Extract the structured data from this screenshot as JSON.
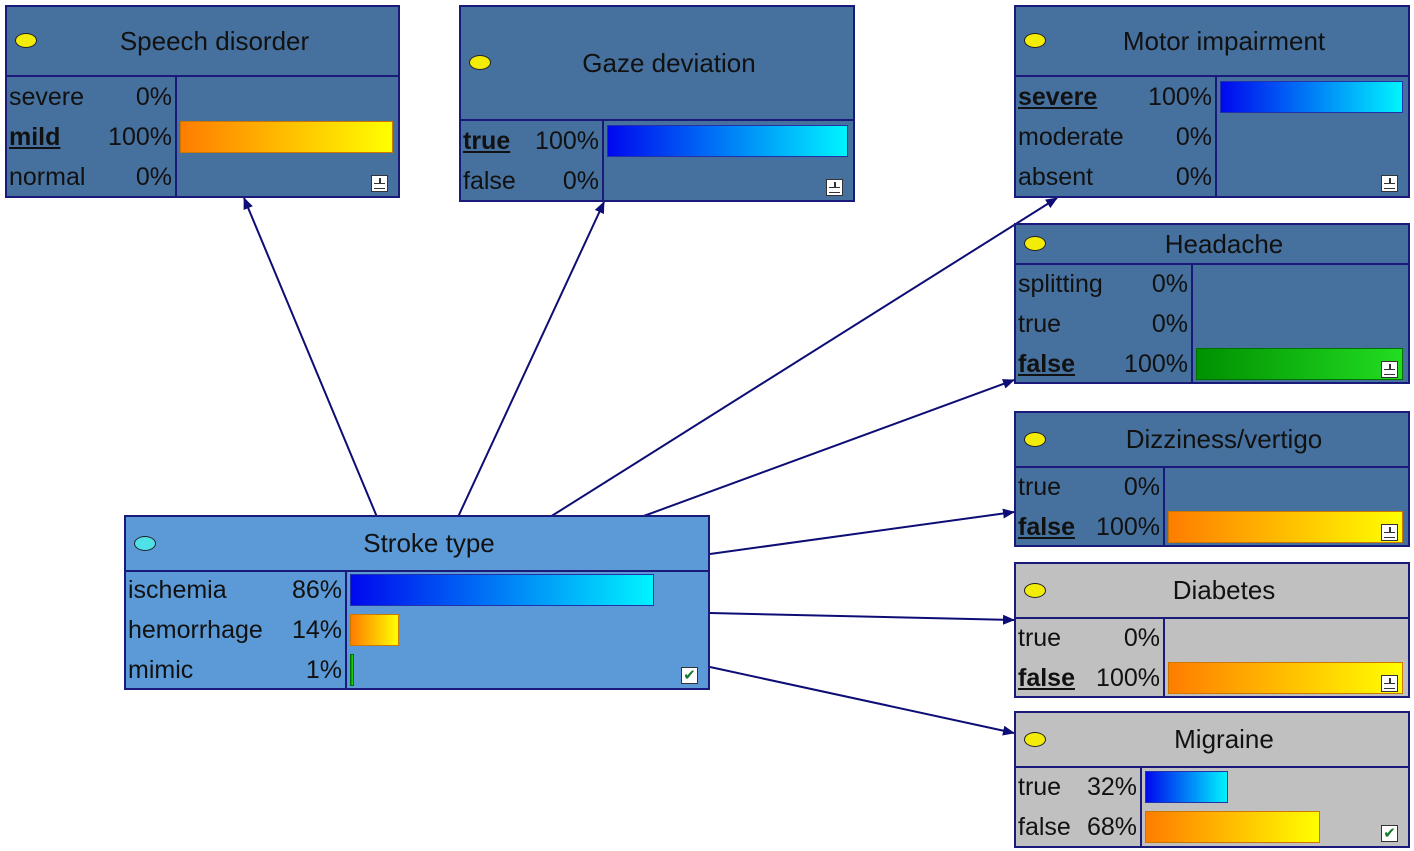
{
  "nodes": [
    {
      "id": "speech",
      "title": "Speech disorder",
      "led": "yellow",
      "bar_color": "orange",
      "control": "ground-icon",
      "states": [
        {
          "label": "severe",
          "pct": "0%",
          "value": 0,
          "selected": false
        },
        {
          "label": "mild",
          "pct": "100%",
          "value": 100,
          "selected": true
        },
        {
          "label": "normal",
          "pct": "0%",
          "value": 0,
          "selected": false
        }
      ]
    },
    {
      "id": "gaze",
      "title": "Gaze deviation",
      "led": "yellow",
      "bar_color": "blue",
      "control": "ground-icon",
      "states": [
        {
          "label": "true",
          "pct": "100%",
          "value": 100,
          "selected": true
        },
        {
          "label": "false",
          "pct": "0%",
          "value": 0,
          "selected": false
        }
      ]
    },
    {
      "id": "motor",
      "title": "Motor impairment",
      "led": "yellow",
      "bar_color": "blue",
      "control": "ground-icon",
      "states": [
        {
          "label": "severe",
          "pct": "100%",
          "value": 100,
          "selected": true
        },
        {
          "label": "moderate",
          "pct": "0%",
          "value": 0,
          "selected": false
        },
        {
          "label": "absent",
          "pct": "0%",
          "value": 0,
          "selected": false
        }
      ]
    },
    {
      "id": "headache",
      "title": "Headache",
      "led": "yellow",
      "bar_color": "green",
      "control": "ground-icon",
      "states": [
        {
          "label": "splitting",
          "pct": "0%",
          "value": 0,
          "selected": false
        },
        {
          "label": "true",
          "pct": "0%",
          "value": 0,
          "selected": false
        },
        {
          "label": "false",
          "pct": "100%",
          "value": 100,
          "selected": true
        }
      ]
    },
    {
      "id": "dizzy",
      "title": "Dizziness/vertigo",
      "led": "yellow",
      "bar_color": "orange",
      "control": "ground-icon",
      "states": [
        {
          "label": "true",
          "pct": "0%",
          "value": 0,
          "selected": false
        },
        {
          "label": "false",
          "pct": "100%",
          "value": 100,
          "selected": true
        }
      ]
    },
    {
      "id": "diabetes",
      "title": "Diabetes",
      "led": "yellow",
      "bar_color": "orange",
      "control": "ground-icon",
      "states": [
        {
          "label": "true",
          "pct": "0%",
          "value": 0,
          "selected": false
        },
        {
          "label": "false",
          "pct": "100%",
          "value": 100,
          "selected": true
        }
      ]
    },
    {
      "id": "migraine",
      "title": "Migraine",
      "led": "yellow",
      "control": "check-icon",
      "states": [
        {
          "label": "true",
          "pct": "32%",
          "value": 32,
          "selected": false,
          "bar_color": "blue"
        },
        {
          "label": "false",
          "pct": "68%",
          "value": 68,
          "selected": false,
          "bar_color": "orange"
        }
      ]
    },
    {
      "id": "stroke",
      "title": "Stroke type",
      "led": "cyan",
      "control": "check-icon",
      "states": [
        {
          "label": "ischemia",
          "pct": "86%",
          "value": 86,
          "selected": false,
          "bar_color": "blue"
        },
        {
          "label": "hemorrhage",
          "pct": "14%",
          "value": 14,
          "selected": false,
          "bar_color": "orange"
        },
        {
          "label": "mimic",
          "pct": "1%",
          "value": 1,
          "selected": false,
          "bar_color": "green"
        }
      ]
    }
  ],
  "edges": [
    {
      "from": "stroke",
      "to": "speech"
    },
    {
      "from": "stroke",
      "to": "gaze"
    },
    {
      "from": "stroke",
      "to": "motor"
    },
    {
      "from": "stroke",
      "to": "headache"
    },
    {
      "from": "stroke",
      "to": "dizzy"
    },
    {
      "from": "stroke",
      "to": "diabetes"
    },
    {
      "from": "stroke",
      "to": "migraine"
    }
  ]
}
